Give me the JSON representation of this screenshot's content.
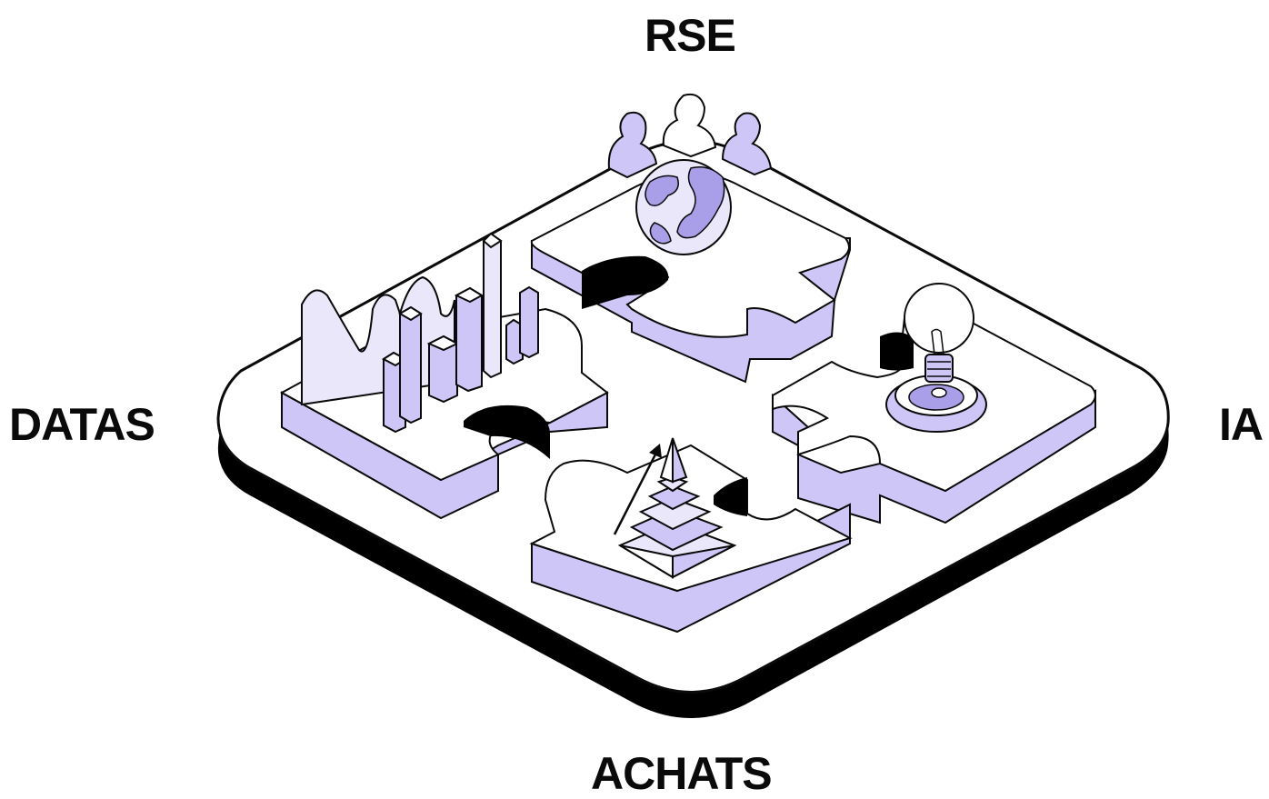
{
  "labels": {
    "top": "RSE",
    "left": "DATAS",
    "right": "IA",
    "bottom": "ACHATS"
  },
  "pieces": [
    {
      "id": "rse",
      "icon": "globe-people-icon"
    },
    {
      "id": "datas",
      "icon": "bar-chart-icon"
    },
    {
      "id": "ia",
      "icon": "lightbulb-icon"
    },
    {
      "id": "achats",
      "icon": "pyramid-arrow-icon"
    }
  ],
  "colors": {
    "accent": "#cec6f6",
    "accent_light": "#ebe7fb",
    "accent_dark": "#a99ee8",
    "outline": "#0a0a0a",
    "surface": "#ffffff",
    "shadow": "#000000"
  }
}
